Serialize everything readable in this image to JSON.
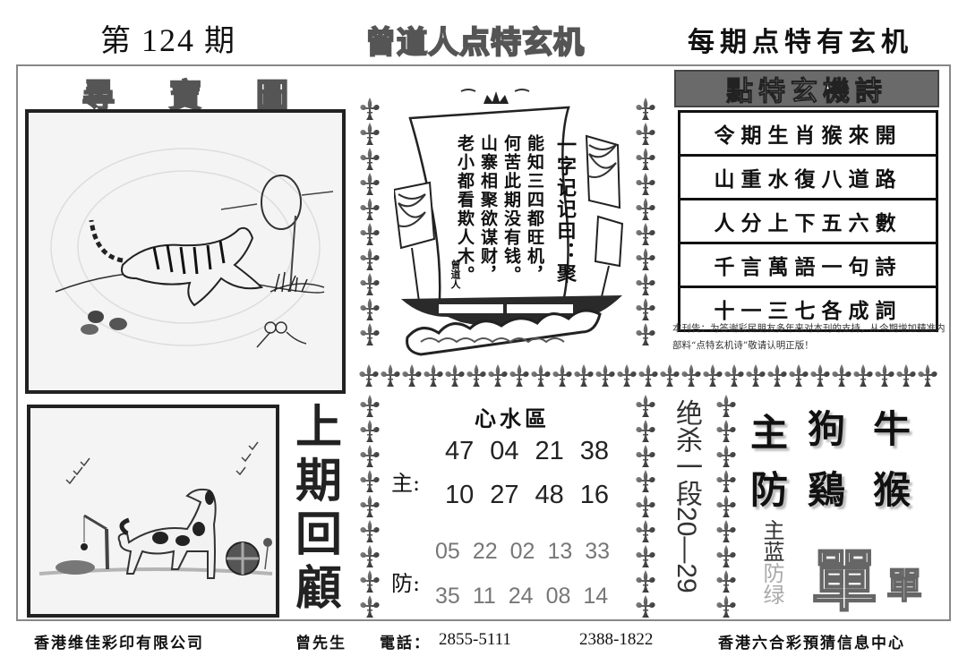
{
  "header": {
    "issue_prefix": "第",
    "issue_number": "124",
    "issue_suffix": "期",
    "brand_title": "曾道人点特玄机",
    "slogan": "每期点特有玄机"
  },
  "treasure_map": {
    "title_chars": [
      "尋",
      "寶",
      "圖"
    ],
    "image_description": "Ink drawing of a tiger leaping toward a ring on a pole, rocks and grass"
  },
  "last_review": {
    "title_chars": [
      "上",
      "期",
      "回",
      "顧"
    ],
    "image_description": "Ink drawing of a spotted dog, ball, a small pole with hanging spider, birds in sky"
  },
  "ship_poem": {
    "title": "一字记记曰：聚",
    "columns": [
      "能知三四都旺机，",
      "何苦此期没有钱。",
      "山寨相聚欲谋财，",
      "老小都看欺人木。"
    ],
    "signature": "曾道人"
  },
  "secret_poem": {
    "header": "點特玄機詩",
    "lines": [
      "令期生肖猴來開",
      "山重水復八道路",
      "人分上下五六數",
      "千言萬語一句詩",
      "十一三七各成詞"
    ],
    "notice": "本刊告：为答谢彩民朋友多年来对本刊的支持，从今期增加精准内部料“点特玄机诗”敬请认明正版！"
  },
  "numbers_zone": {
    "title": "心水區",
    "main_label": "主:",
    "main_rows": [
      [
        "47",
        "04",
        "21",
        "38"
      ],
      [
        "10",
        "27",
        "48",
        "16"
      ]
    ],
    "defense_label": "防:",
    "defense_rows": [
      [
        "05",
        "22",
        "02",
        "13",
        "33"
      ],
      [
        "35",
        "11",
        "24",
        "08",
        "14"
      ]
    ]
  },
  "kill_segment": {
    "text": "绝杀一段20—29"
  },
  "zodiac_pick": {
    "main_label": "主",
    "main": [
      "狗",
      "牛"
    ],
    "defense_label": "防",
    "defense": [
      "鷄",
      "猴"
    ],
    "color_hint_main": "主蓝",
    "color_hint_defense": "防绿",
    "odd_even_big": "單",
    "odd_even_small": "單"
  },
  "footer": {
    "company": "香港维佳彩印有限公司",
    "contact": "曾先生",
    "phone_label": "電話：",
    "phone1": "2855-5111",
    "phone2": "2388-1822",
    "center": "香港六合彩預猜信息中心"
  },
  "colors": {
    "ink": "#111111",
    "header_bar": "#6a6a6a",
    "defense_numbers": "#777777",
    "frame": "#888888"
  }
}
